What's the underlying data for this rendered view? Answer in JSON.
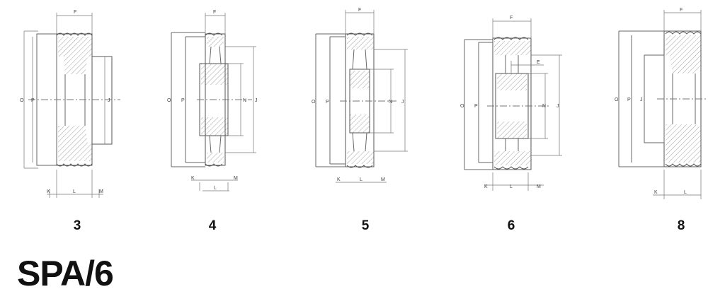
{
  "title": "SPA/6",
  "variants": [
    {
      "label": "3",
      "dims": {
        "F": "F",
        "O": "O",
        "P": "P",
        "J": "J",
        "K": "K",
        "L": "L",
        "M": "M"
      }
    },
    {
      "label": "4",
      "dims": {
        "F": "F",
        "O": "O",
        "P": "P",
        "N": "N",
        "J": "J",
        "K": "K",
        "L": "L",
        "M": "M"
      }
    },
    {
      "label": "5",
      "dims": {
        "F": "F",
        "O": "O",
        "P": "P",
        "N": "N",
        "J": "J",
        "K": "K",
        "L": "L",
        "M": "M"
      }
    },
    {
      "label": "6",
      "dims": {
        "F": "F",
        "E": "E",
        "O": "O",
        "P": "P",
        "N": "N",
        "J": "J",
        "K": "K",
        "L": "L",
        "M": "M"
      }
    },
    {
      "label": "8",
      "dims": {
        "F": "F",
        "O": "O",
        "P": "P",
        "J": "J",
        "K": "K",
        "L": "L"
      }
    }
  ],
  "colors": {
    "line": "#555555",
    "hatch": "#888888",
    "text": "#111111"
  }
}
